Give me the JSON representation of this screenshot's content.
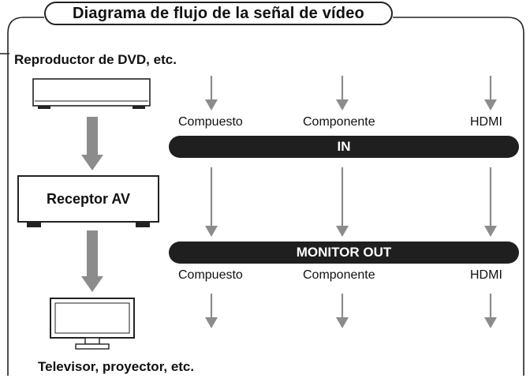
{
  "title": "Diagrama de flujo de la señal de vídeo",
  "source_label": "Reproductor de DVD, etc.",
  "receiver_label": "Receptor AV",
  "display_label": "Televisor, proyector, etc.",
  "in_bus_label": "IN",
  "out_bus_label": "MONITOR OUT",
  "input_labels": [
    "Compuesto",
    "Componente",
    "HDMI"
  ],
  "output_labels": [
    "Compuesto",
    "Componente",
    "HDMI"
  ],
  "colors": {
    "bus": "#1f1f1f",
    "arrow": "#8c8c8c",
    "line": "#222222"
  },
  "icons": [
    "dvd-player-icon",
    "tv-icon",
    "down-arrow-icon"
  ]
}
